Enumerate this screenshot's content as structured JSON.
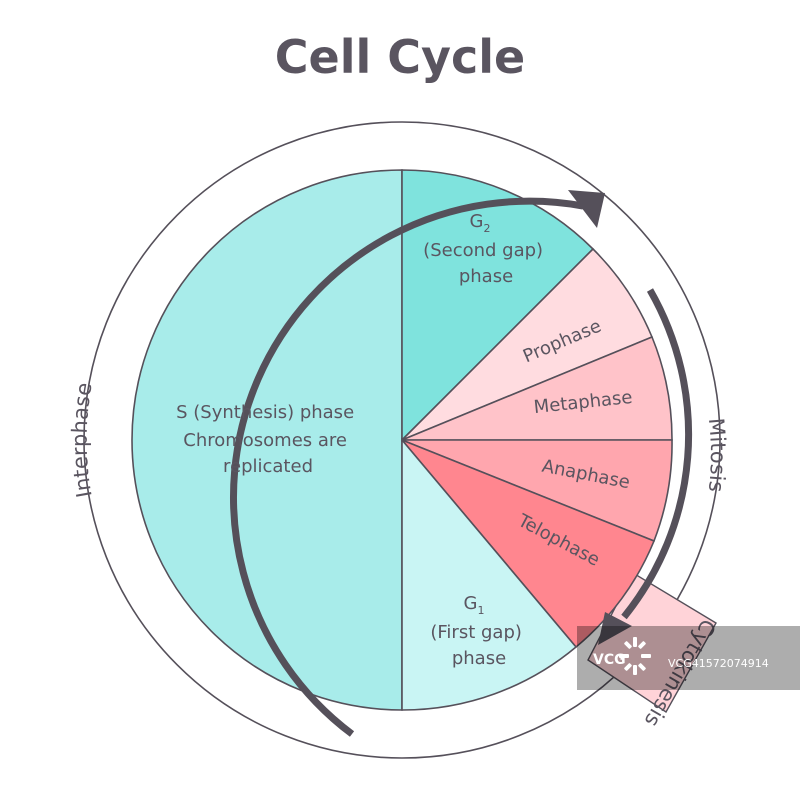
{
  "title": "Cell Cycle",
  "colors": {
    "s_phase": "#a8ecea",
    "g2_phase": "#7fe3dd",
    "g1_phase": "#c9f5f4",
    "prophase": "#ffdce0",
    "metaphase": "#ffc3c9",
    "anaphase": "#ffa6ae",
    "telophase": "#ff868f",
    "cytokinesis": "#ffd3d8",
    "text": "#5a5560",
    "arrow": "#55505a"
  },
  "phases": {
    "s": {
      "line1": "S (Synthesis) phase",
      "line2": "Chromosomes are",
      "line3": "replicated"
    },
    "g2": {
      "letter": "G",
      "sub": "2",
      "line2": "(Second gap)",
      "line3": "phase"
    },
    "g1": {
      "letter": "G",
      "sub": "1",
      "line2": "(First gap)",
      "line3": "phase"
    },
    "prophase": "Prophase",
    "metaphase": "Metaphase",
    "anaphase": "Anaphase",
    "telophase": "Telophase"
  },
  "outer_labels": {
    "interphase": "Interphase",
    "mitosis": "Mitosis",
    "cytokinesis": "Cytokinesis"
  },
  "watermark": {
    "logo": "VCG",
    "text": "VCG41572074914"
  }
}
